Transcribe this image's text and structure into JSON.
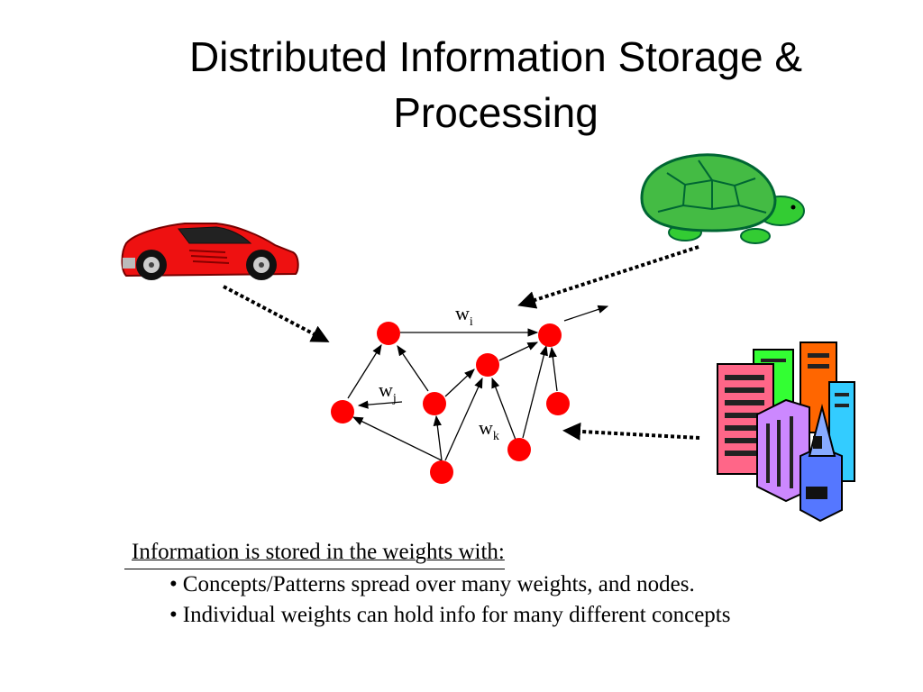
{
  "slide": {
    "title_line1": "Distributed Information Storage &",
    "title_line2": "Processing"
  },
  "network": {
    "weight_labels": [
      {
        "base": "w",
        "sub": "i"
      },
      {
        "base": "w",
        "sub": "j"
      },
      {
        "base": "w",
        "sub": "k"
      }
    ]
  },
  "images": [
    "red-sports-car",
    "green-turtle",
    "colorful-city-buildings"
  ],
  "caption": {
    "lead": "Information is stored in the weights with:",
    "bullets": [
      {
        "marker": "•",
        "text": "Concepts/Patterns spread over many weights, and nodes."
      },
      {
        "marker": "•",
        "text": "Individual weights can hold info for many different concepts"
      }
    ]
  },
  "colors": {
    "node": "#ff0000",
    "turtle": "#33cc33",
    "car": "#ee1111"
  }
}
